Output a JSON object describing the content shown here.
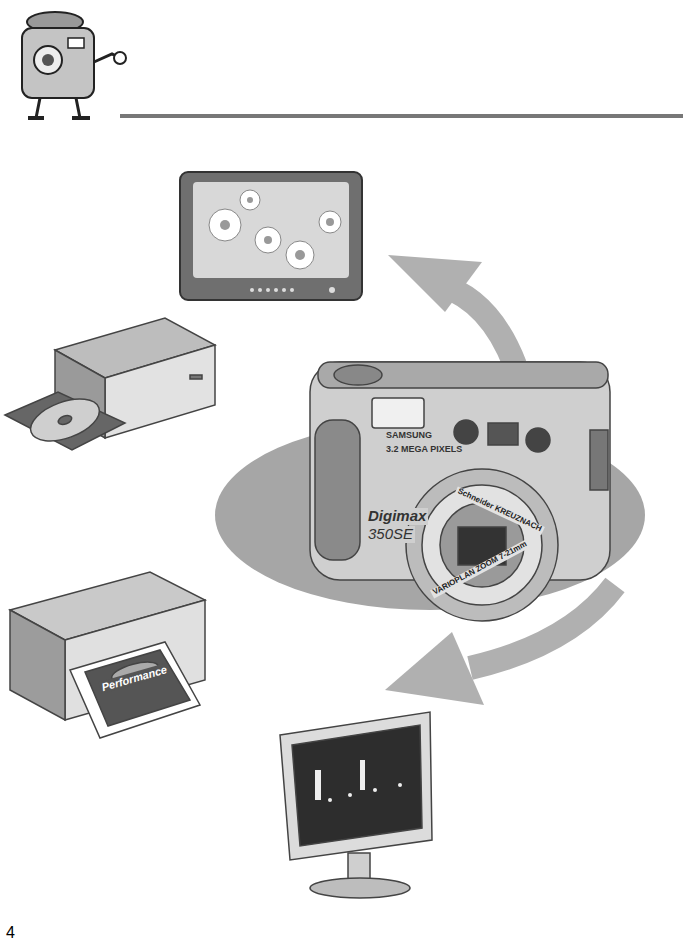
{
  "diagram": {
    "labels": [
      "SAMSUNG",
      "3.2 MEGA PIXELS",
      "Digimax",
      "350SE",
      "Schneider KREUZNACH",
      "VARIOPLAN ZOOM 7-21mm",
      "Performance",
      "4"
    ]
  }
}
